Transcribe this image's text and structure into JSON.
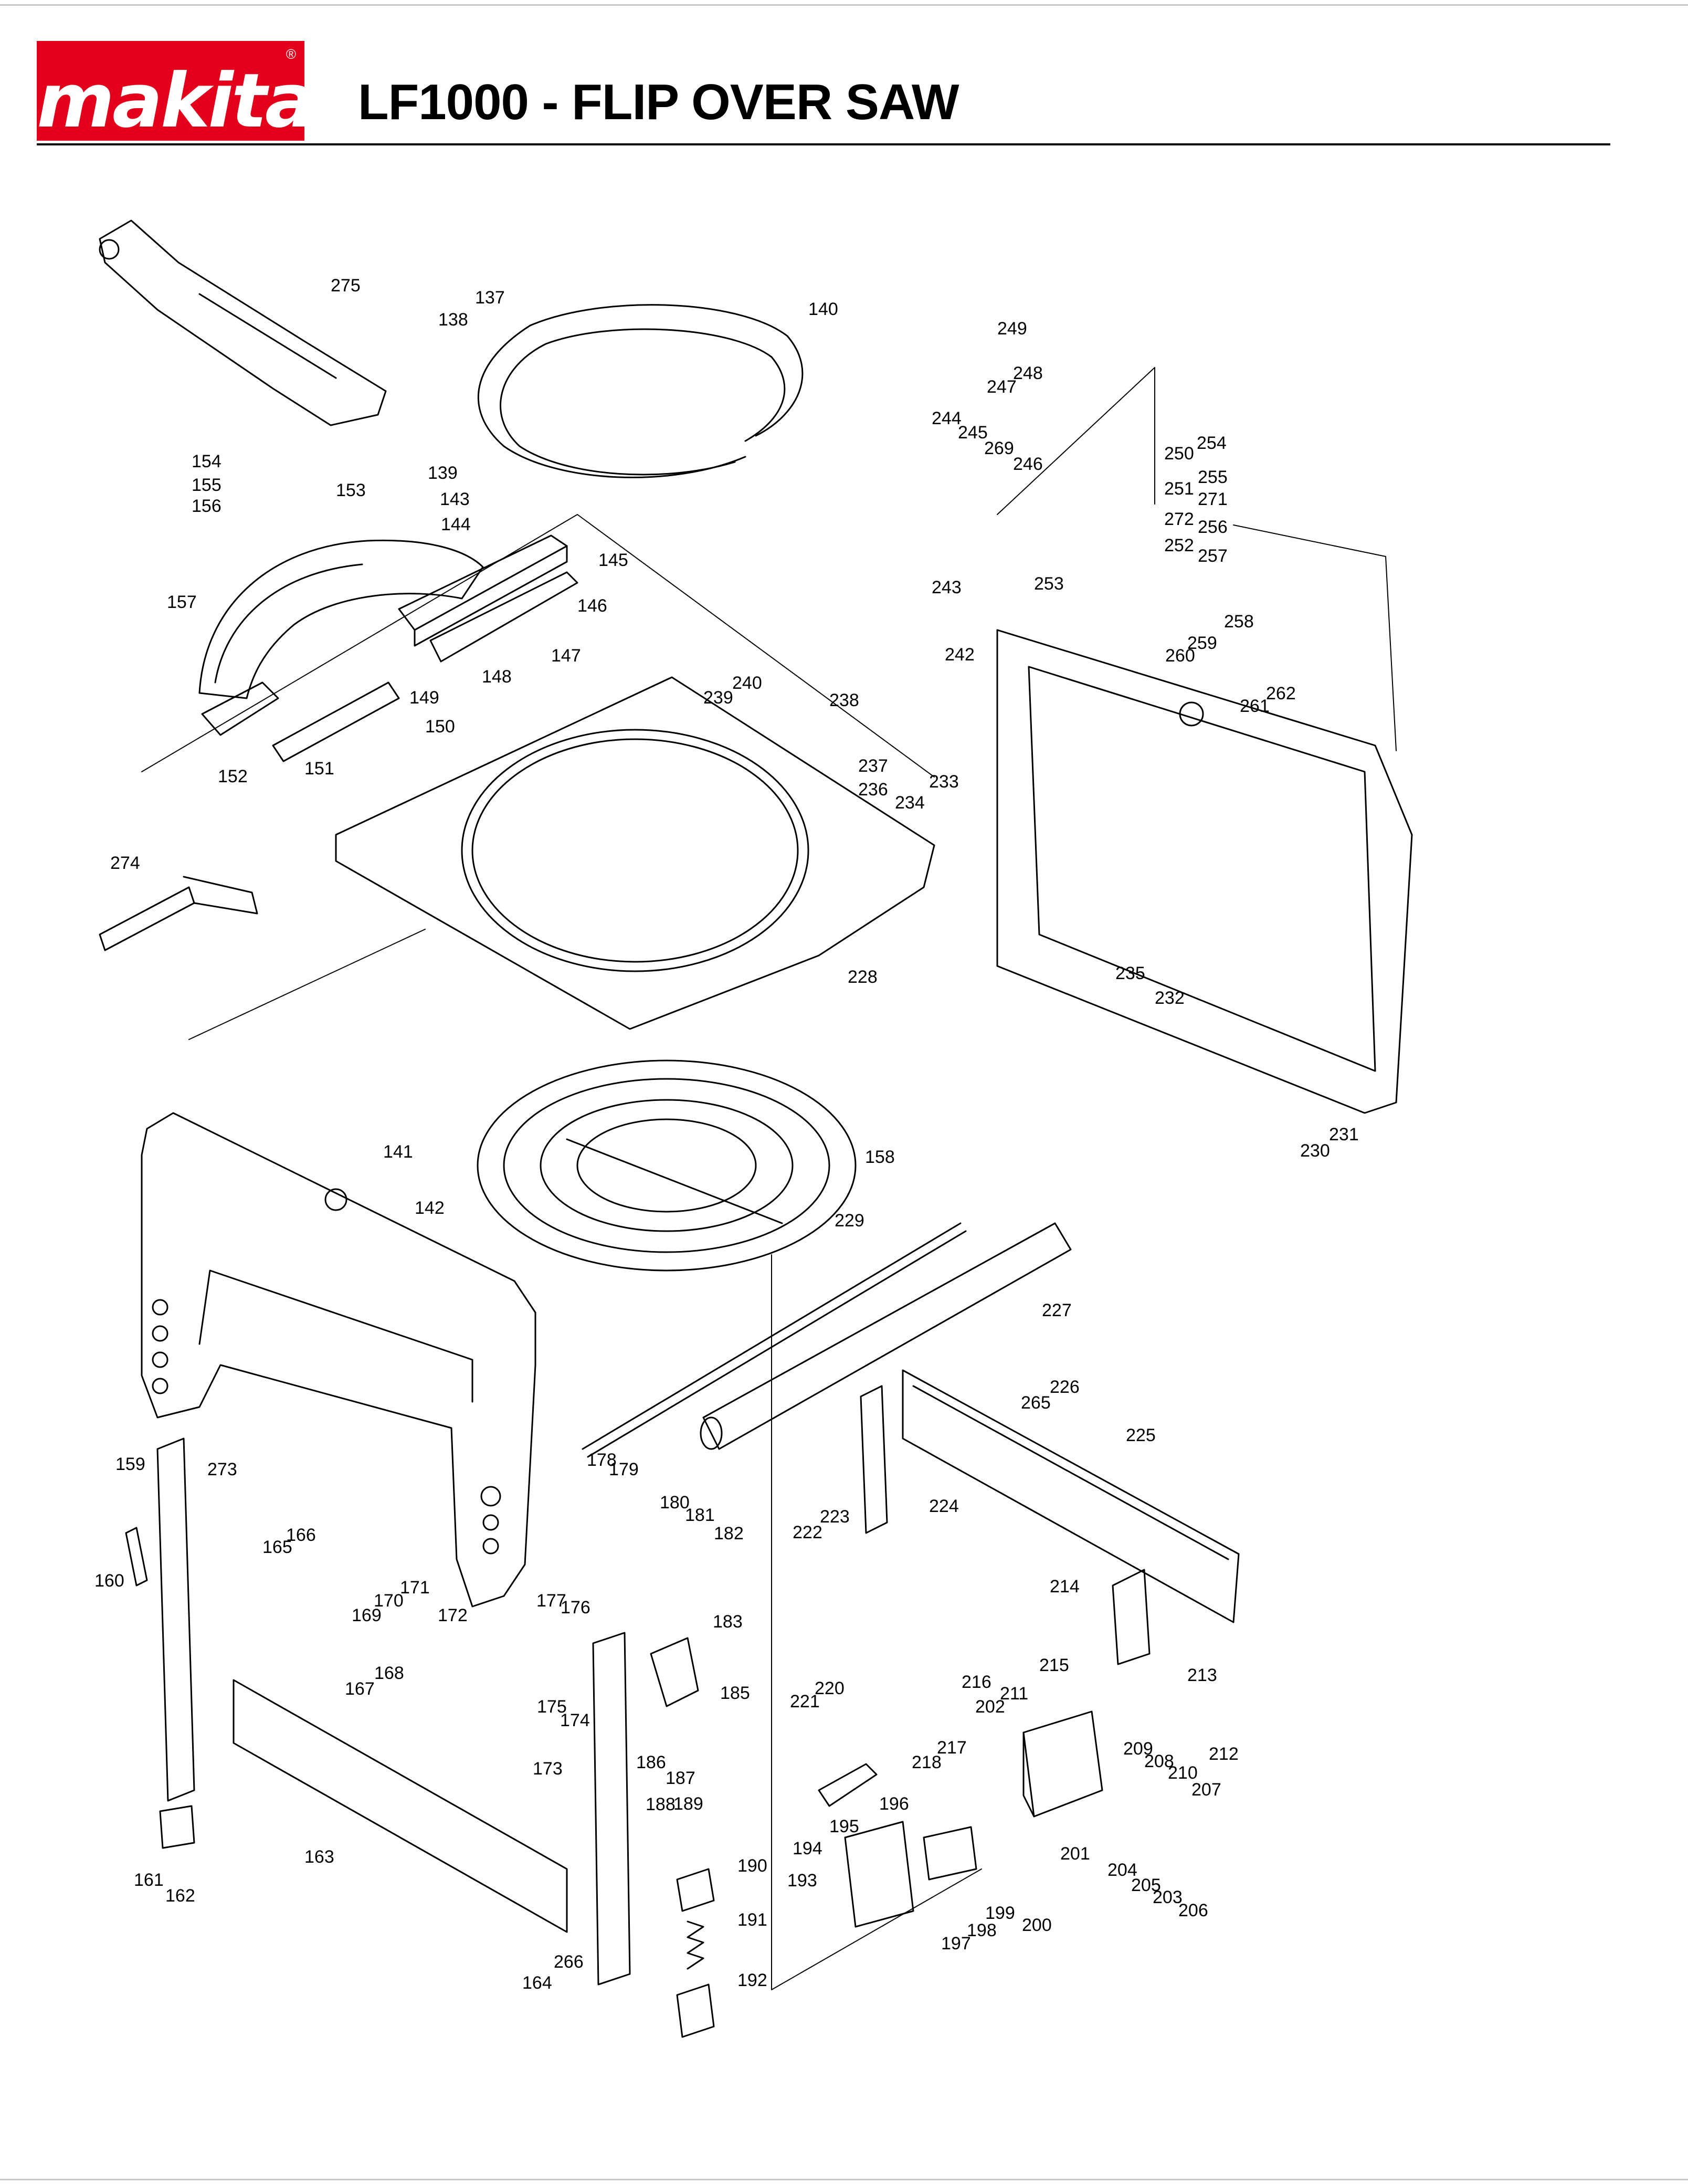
{
  "header": {
    "brand": "makita",
    "title": "LF1000 - FLIP OVER SAW"
  },
  "colors": {
    "brand_red": "#e2001a",
    "line": "#000000"
  },
  "callouts": [
    "137",
    "138",
    "140",
    "139",
    "275",
    "154",
    "155",
    "156",
    "153",
    "143",
    "144",
    "145",
    "146",
    "147",
    "148",
    "149",
    "150",
    "151",
    "152",
    "157",
    "240",
    "239",
    "238",
    "237",
    "236",
    "233",
    "234",
    "228",
    "274",
    "244",
    "245",
    "269",
    "246",
    "243",
    "249",
    "248",
    "247",
    "250",
    "251",
    "272",
    "252",
    "253",
    "254",
    "255",
    "271",
    "256",
    "257",
    "258",
    "259",
    "260",
    "261",
    "262",
    "242",
    "235",
    "232",
    "231",
    "230",
    "141",
    "142",
    "158",
    "229",
    "227",
    "226",
    "265",
    "225",
    "224",
    "223",
    "222",
    "159",
    "160",
    "273",
    "165",
    "166",
    "169",
    "170",
    "171",
    "172",
    "167",
    "168",
    "178",
    "179",
    "180",
    "181",
    "182",
    "177",
    "176",
    "175",
    "174",
    "183",
    "185",
    "186",
    "187",
    "173",
    "188",
    "189",
    "190",
    "191",
    "192",
    "163",
    "161",
    "162",
    "164",
    "266",
    "214",
    "213",
    "212",
    "215",
    "216",
    "202",
    "211",
    "221",
    "220",
    "217",
    "218",
    "209",
    "208",
    "210",
    "207",
    "195",
    "194",
    "196",
    "201",
    "204",
    "205",
    "203",
    "206",
    "193",
    "199",
    "200",
    "198",
    "197"
  ]
}
